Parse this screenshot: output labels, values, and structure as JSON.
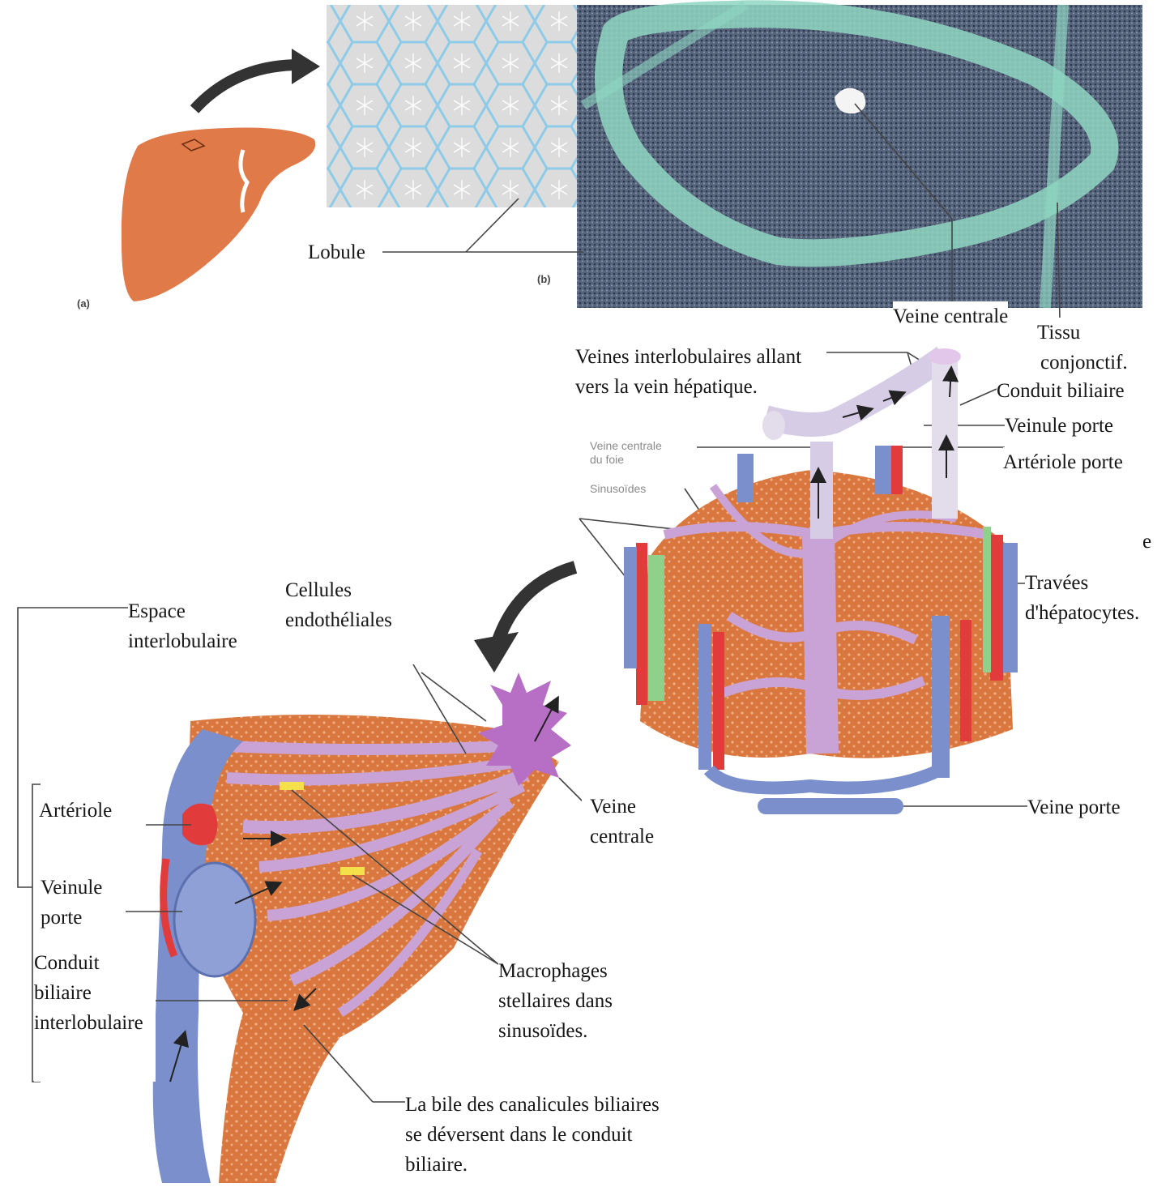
{
  "panels": {
    "a": "(a)",
    "b": "(b)"
  },
  "labels": {
    "lobule": "Lobule",
    "central_vein_micro": "Veine centrale",
    "connective_tissue": [
      "Tissu",
      "conjonctif."
    ],
    "interlobular_veins": [
      "Veines interlobulaires allant",
      "vers la vein hépatique."
    ],
    "bile_duct": "Conduit biliaire",
    "portal_venule": "Veinule porte",
    "portal_arteriole": "Artériole porte",
    "liver_central_vein": [
      "Veine centrale",
      "du foie"
    ],
    "sinusoids": "Sinusoïdes",
    "hepatocyte_plates": [
      "Travées",
      "d'hépatocytes."
    ],
    "portal_vein": "Veine porte",
    "endothelial_cells": [
      "Cellules",
      "endothéliales"
    ],
    "interlobular_space": [
      "Espace",
      "interlobulaire"
    ],
    "arteriole": "Artériole",
    "portal_venule_detail": [
      "Veinule",
      "porte"
    ],
    "interlobular_bile_duct": [
      "Conduit",
      "biliaire",
      "interlobulaire"
    ],
    "central_vein_detail": [
      "Veine",
      "centrale"
    ],
    "stellate_macrophages": [
      "Macrophages",
      "stellaires dans",
      "sinusoïdes."
    ],
    "bile_note": [
      "La bile des canalicules biliaires",
      "se déversent dans le conduit",
      "biliaire."
    ],
    "cropped_letter": "e"
  },
  "colors": {
    "liver": "#e07a48",
    "hepatocyte": "#d9773f",
    "sinusoid": "#caa3d6",
    "vein": "#7a8fcc",
    "artery": "#e23b3b",
    "bile": "#8fd08a",
    "histology": "#4a5a72",
    "connective": "#8fd6c2"
  }
}
